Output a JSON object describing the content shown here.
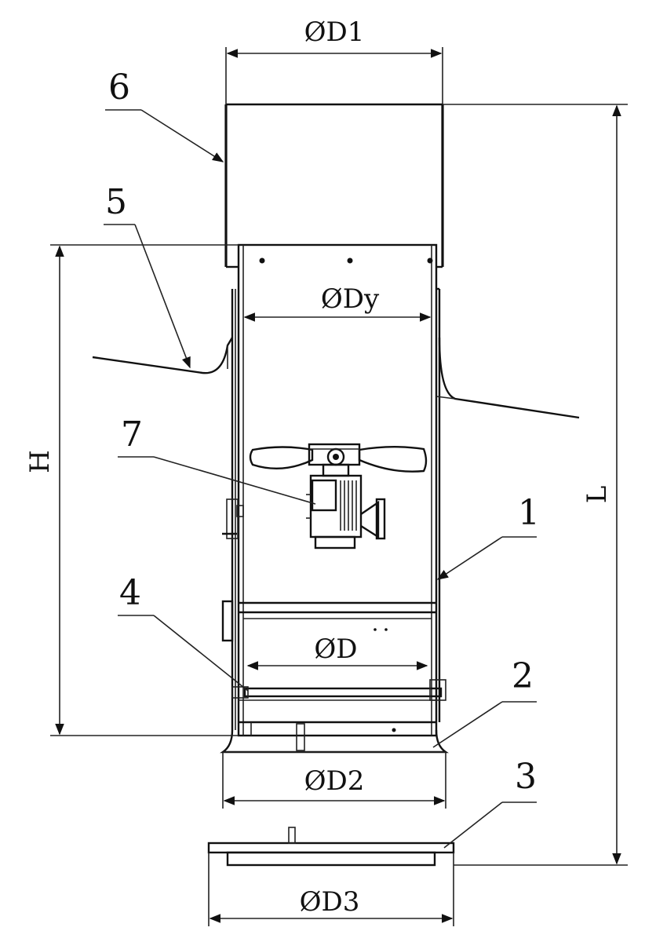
{
  "labels": {
    "d1": "ØD1",
    "dy": "ØDy",
    "d": "ØD",
    "d2": "ØD2",
    "d3": "ØD3",
    "h": "H",
    "l": "L"
  },
  "callouts": [
    "1",
    "2",
    "3",
    "4",
    "5",
    "6",
    "7"
  ]
}
